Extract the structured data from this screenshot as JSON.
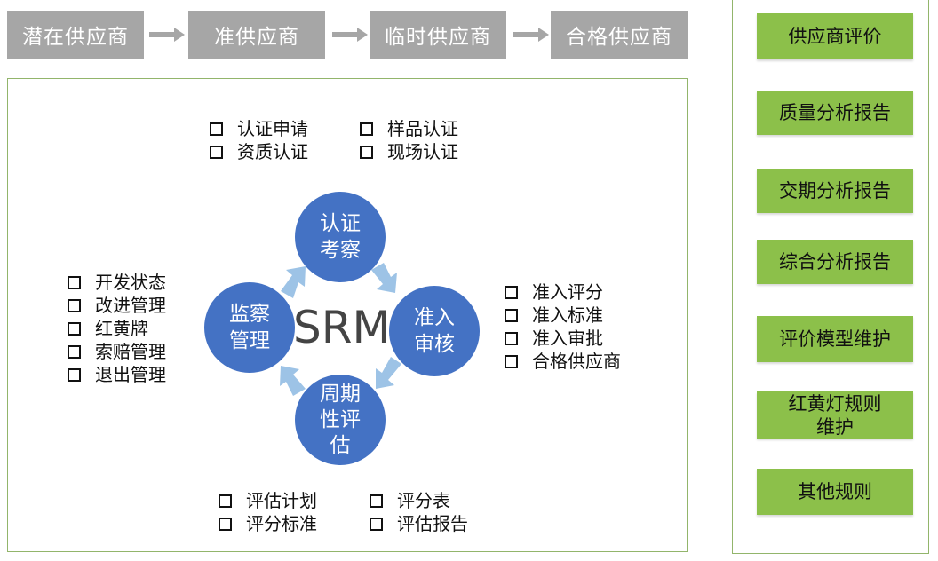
{
  "stages": [
    "潜在供应商",
    "准供应商",
    "临时供应商",
    "合格供应商"
  ],
  "center_label": "SRM",
  "cycle": {
    "top": [
      "认证",
      "考察"
    ],
    "right": [
      "准入",
      "审核"
    ],
    "bottom": [
      "周期",
      "性评",
      "估"
    ],
    "left": [
      "监察",
      "管理"
    ]
  },
  "lists": {
    "top_left": [
      "认证申请",
      "资质认证"
    ],
    "top_right": [
      "样品认证",
      "现场认证"
    ],
    "right": [
      "准入评分",
      "准入标准",
      "准入审批",
      "合格供应商"
    ],
    "left": [
      "开发状态",
      "改进管理",
      "红黄牌",
      "索赔管理",
      "退出管理"
    ],
    "bottom_left": [
      "评估计划",
      "评分标准"
    ],
    "bottom_right": [
      "评分表",
      "评估报告"
    ]
  },
  "sidebar": {
    "title": "供应商评价",
    "items": [
      [
        "质量分析报告"
      ],
      [
        "交期分析报告"
      ],
      [
        "综合分析报告"
      ],
      [
        "评价模型维护"
      ],
      [
        "红黄灯规则",
        "维护"
      ],
      [
        "其他规则"
      ]
    ]
  },
  "colors": {
    "stage_gray": "#a6a6a6",
    "circle_blue": "#4472c4",
    "green": "#8cc04a",
    "border_green": "#92b56b",
    "arrow_light_blue": "#9dc3e6"
  }
}
